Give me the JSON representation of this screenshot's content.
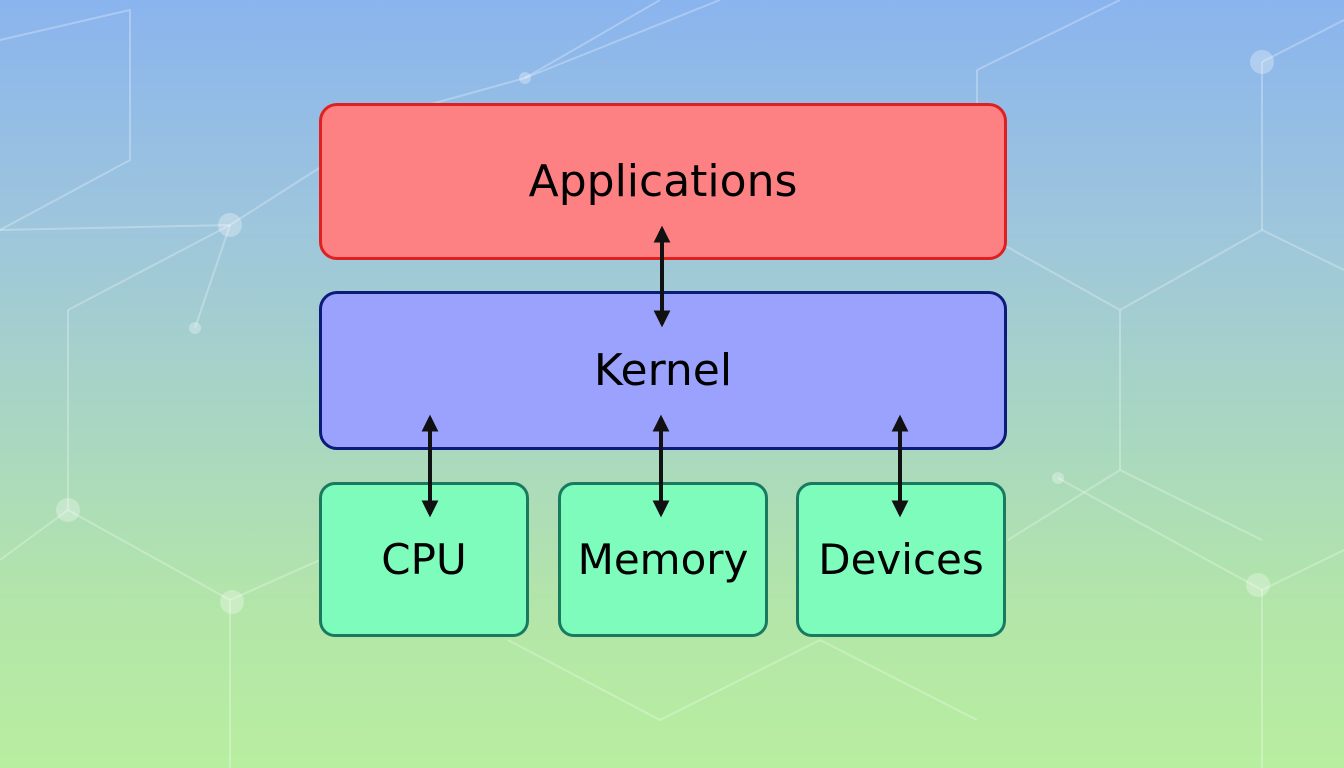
{
  "colors": {
    "applications_fill": "#fd8183",
    "applications_border": "#e02020",
    "kernel_fill": "#9aa2fe",
    "kernel_border": "#0c1a7a",
    "hardware_fill": "#7dfcbc",
    "hardware_border": "#1a7a60",
    "arrow": "#111111"
  },
  "diagram": {
    "applications": {
      "label": "Applications"
    },
    "kernel": {
      "label": "Kernel"
    },
    "hardware": [
      {
        "id": "cpu",
        "label": "CPU"
      },
      {
        "id": "memory",
        "label": "Memory"
      },
      {
        "id": "devices",
        "label": "Devices"
      }
    ],
    "connections": [
      {
        "from": "applications",
        "to": "kernel",
        "direction": "bidirectional"
      },
      {
        "from": "kernel",
        "to": "cpu",
        "direction": "bidirectional"
      },
      {
        "from": "kernel",
        "to": "memory",
        "direction": "bidirectional"
      },
      {
        "from": "kernel",
        "to": "devices",
        "direction": "bidirectional"
      }
    ]
  }
}
